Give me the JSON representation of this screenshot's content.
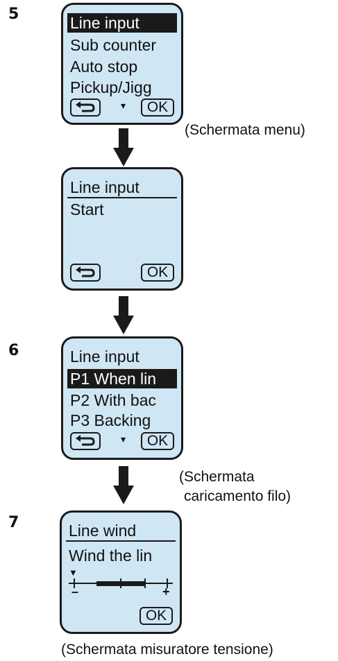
{
  "steps": {
    "s5": "5",
    "s6": "6",
    "s7": "7"
  },
  "screens": {
    "menu": {
      "rows": [
        "Line input",
        "Sub counter",
        "Auto stop",
        "Pickup/Jigg"
      ],
      "down": "▾",
      "ok": "OK"
    },
    "start": {
      "title": "Line input",
      "rows": [
        "Start"
      ],
      "ok": "OK"
    },
    "loading": {
      "title": "Line input",
      "rows": [
        "P1 When lin",
        "P2 With bac",
        "P3 Backing"
      ],
      "down": "▾",
      "ok": "OK"
    },
    "tension": {
      "title": "Line wind",
      "rows": [
        "Wind the lin"
      ],
      "pointer": "▼",
      "minus": "–",
      "plus": "+",
      "ok": "OK"
    }
  },
  "captions": {
    "menu": "(Schermata menu)",
    "loading_1": "(Schermata",
    "loading_2": "caricamento filo)",
    "tension": "(Schermata misuratore tensione)"
  },
  "icons": {
    "back": "back-arrow-icon",
    "flow": "down-arrow-icon"
  }
}
